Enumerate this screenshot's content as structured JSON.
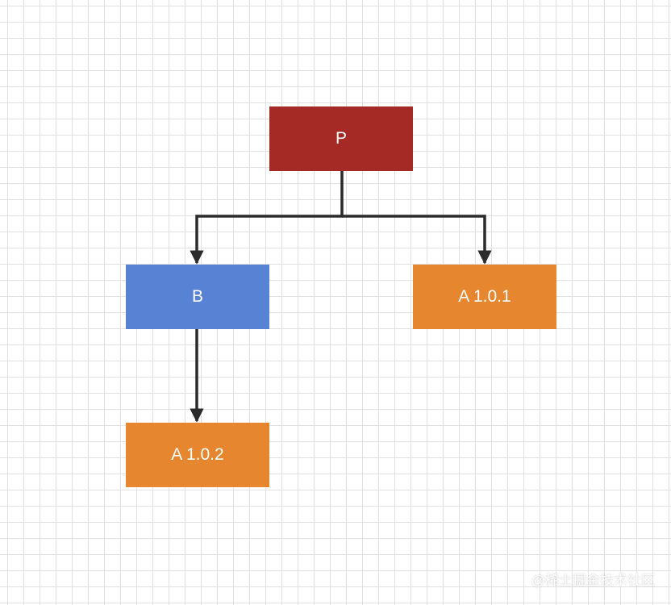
{
  "diagram": {
    "nodes": [
      {
        "id": "p",
        "label": "P",
        "color": "#a52a26"
      },
      {
        "id": "b",
        "label": "B",
        "color": "#5882d4"
      },
      {
        "id": "a101",
        "label": "A 1.0.1",
        "color": "#e6862f"
      },
      {
        "id": "a102",
        "label": "A 1.0.2",
        "color": "#e6862f"
      }
    ],
    "edges": [
      {
        "from": "P",
        "to": "B"
      },
      {
        "from": "P",
        "to": "A 1.0.1"
      },
      {
        "from": "B",
        "to": "A 1.0.2"
      }
    ],
    "edge_color": "#2b2b2b"
  },
  "watermark": "@稀土掘金技术社区"
}
